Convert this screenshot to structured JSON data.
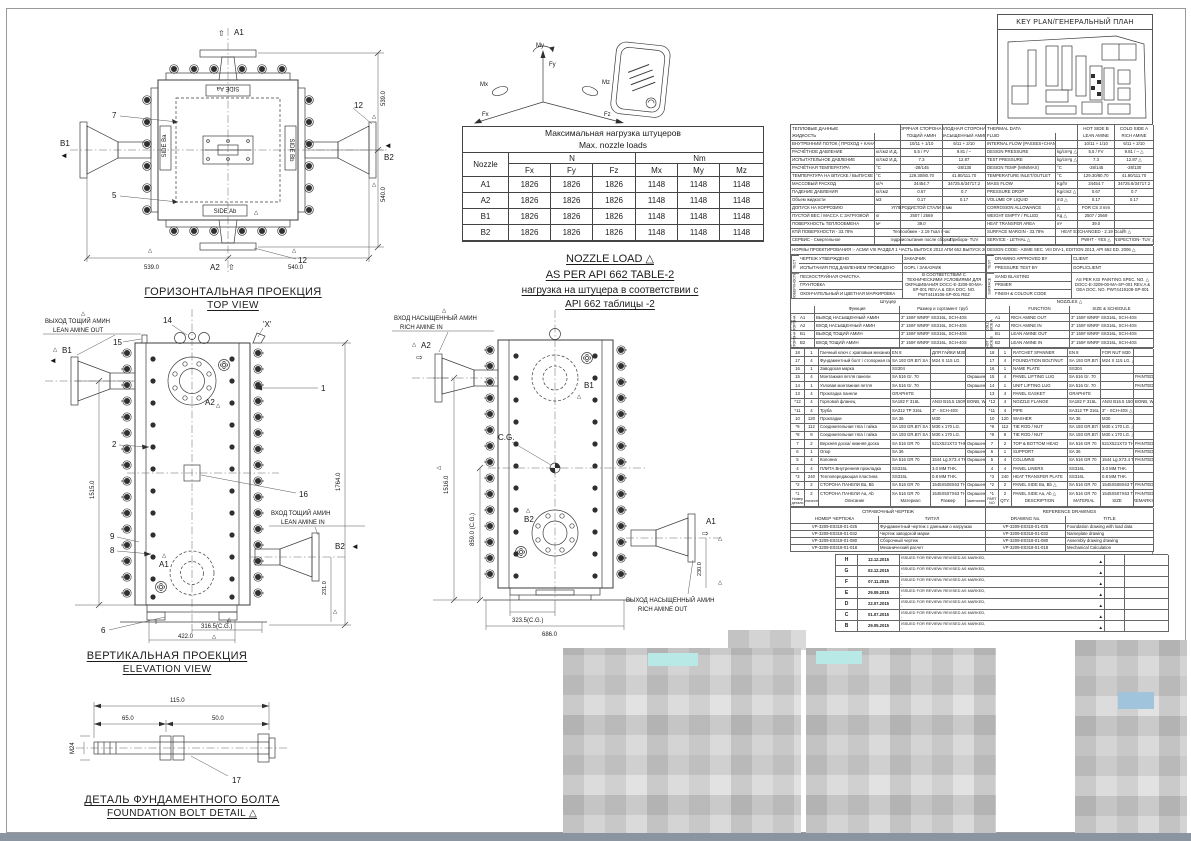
{
  "tv": {
    "title_ru": "ГОРИЗОНТАЛЬНАЯ ПРОЕКЦИЯ",
    "title_en": "TOP VIEW",
    "a1": "A1",
    "a2": "A2",
    "b1": "B1",
    "b2": "B2",
    "side_aa": "SIDE Aa",
    "side_ab": "SIDE Ab",
    "side_ba": "SIDE Ba",
    "side_bb": "SIDE Bb",
    "c5": "5",
    "c7": "7",
    "c12a": "12",
    "c12b": "12",
    "dim_r1": "539.0",
    "dim_r2": "540.0",
    "dim_b1": "539.0",
    "dim_b2": "540.0",
    "warn": "△"
  },
  "ax": {
    "fx": "Fx",
    "fy": "Fy",
    "fz": "Fz",
    "mx": "Mx",
    "my": "My",
    "mz": "Mz"
  },
  "lt": {
    "title_ru": "Максимальная нагрузка штуцеров",
    "title_en": "Max. nozzle loads",
    "nozzle": "Nozzle",
    "n": "N",
    "nm": "Nm",
    "cols": [
      "Fx",
      "Fy",
      "Fz",
      "Mx",
      "My",
      "Mz"
    ],
    "rows": [
      {
        "t": "A1",
        "v1": "1826",
        "v2": "1826",
        "v3": "1826",
        "v4": "1148",
        "v5": "1148",
        "v6": "1148"
      },
      {
        "t": "A2",
        "v1": "1826",
        "v2": "1826",
        "v3": "1826",
        "v4": "1148",
        "v5": "1148",
        "v6": "1148"
      },
      {
        "t": "B1",
        "v1": "1826",
        "v2": "1826",
        "v3": "1826",
        "v4": "1148",
        "v5": "1148",
        "v6": "1148"
      },
      {
        "t": "B2",
        "v1": "1826",
        "v2": "1826",
        "v3": "1826",
        "v4": "1148",
        "v5": "1148",
        "v6": "1148"
      }
    ]
  },
  "note": {
    "lines": [
      "NOZZLE LOAD  △",
      "AS PER API 662 TABLE-2",
      "нагрузка на штуцера в соответствии с",
      "API 662 таблицы -2"
    ]
  },
  "el": {
    "title_ru": "ВЕРТИКАЛЬНАЯ ПРОЕКЦИЯ",
    "title_en": "ELEVATION VIEW",
    "lean_out_ru": "ВЫХОД ТОЩИЙ АМИН",
    "lean_out_en": "LEAN AMINE OUT",
    "lean_in_ru": "ВХОД ТОЩИЙ АМИН",
    "lean_in_en": "LEAN AMINE IN",
    "a1": "A1",
    "a2": "A2",
    "b1": "B1",
    "b2": "B2",
    "x": "'X'",
    "c1": "1",
    "c2": "2",
    "c6": "6",
    "c8": "8",
    "c9": "9",
    "c14": "14",
    "c15": "15",
    "c16": "16",
    "dim_h1": "1515.0",
    "dim_h2": "1764.0",
    "dim_bolt": "231.0",
    "dim_cg": "316.5(C.G.)",
    "dim_base": "422.0",
    "warn": "△"
  },
  "sv": {
    "rich_in_ru": "ВХОД НАСЫЩЕННЫЙ АМИН",
    "rich_in_en": "RICH AMINE IN",
    "rich_out_ru": "ВЫХОД НАСЫЩЕННЫЙ АМИН",
    "rich_out_en": "RICH AMINE OUT",
    "a1": "A1",
    "a2": "A2",
    "b1": "B1",
    "b2": "B2",
    "cg": "C.G.",
    "dim_h": "1516.0",
    "dim_cgv": "859.0 (C.G.)",
    "dim_cgh": "323.5(C.G.)",
    "dim_base": "686.0",
    "dim_bolt": "230.0",
    "warn": "△"
  },
  "fb": {
    "title_ru": "ДЕТАЛЬ ФУНДАМЕНТНОГО БОЛТА",
    "title_en": "FOUNDATION BOLT DETAIL  △",
    "d_total": "115.0",
    "d1": "65.0",
    "d2": "50.0",
    "thread": "M24",
    "c17": "17"
  },
  "kp": {
    "title": "KEY PLAN/ГЕНЕРАЛЬНЫЙ ПЛАН"
  },
  "th": {
    "h_ru": "ТЕПЛОВЫЕ ДАННЫЕ",
    "h_hot_ru": "ГОРЯЧАЯ СТОРОНА B",
    "h_cold_ru": "ХОЛОДНАЯ СТОРОНА A",
    "h_en": "THERMAL DATA",
    "h_hot_en": "HOT SIDE B",
    "h_cold_en": "COLD SIDE A",
    "rows": [
      {
        "ru": "ЖИДКОСТЬ",
        "u_ru": "",
        "hot_ru": "ТОЩИЙ АМИН",
        "cold_ru": "НАСЫЩЕННЫЙ АМИН",
        "en": "FLUID",
        "u_en": "",
        "hot_en": "LEAN AMINE",
        "cold_en": "RICH AMINE"
      },
      {
        "ru": "ВНУТРЕННИЙ ПОТОК ( ПРОХОД + КАНАЛ )",
        "u_ru": "",
        "hot_ru": "10/11 + 1/10",
        "cold_ru": "6/11 + 2/10",
        "en": "INTERNAL FLOW (PASSES+CHANNEL) △",
        "u_en": "",
        "hot_en": "10/11 + 1/10",
        "cold_en": "6/11 + 2/10"
      },
      {
        "ru": "РАСЧЁТНОЕ ДАВЛЕНИЕ",
        "u_ru": "кг/см2 И.Д.",
        "hot_ru": "5.5 / FV",
        "cold_ru": "9.81 / –",
        "en": "DESIGN PRESSURE",
        "u_en": "kg/cm²g △",
        "hot_en": "5.5 / FV",
        "cold_en": "9.81 / – △"
      },
      {
        "ru": "ИСПЫТАТЕЛЬНОЕ ДАВЛЕНИЕ",
        "u_ru": "кг/см2 И.Д.",
        "hot_ru": "7.3",
        "cold_ru": "12.87",
        "en": "TEST PRESSURE",
        "u_en": "kg/cm²g △",
        "hot_en": "7.3",
        "cold_en": "12.87 △"
      },
      {
        "ru": "РАСЧЁТНАЯ ТЕМПЕРАТУРА",
        "u_ru": "°C",
        "hot_ru": "-28/145",
        "cold_ru": "-28/130",
        "en": "DESIGN TEMP (MIN/MAX)",
        "u_en": "°C",
        "hot_en": "-28/145",
        "cold_en": "-28/130"
      },
      {
        "ru": "ТЕМПЕРАТУРА НА ВПУСКЕ / ВЫПУСКЕ",
        "u_ru": "°C",
        "hot_ru": "129.30/80.70",
        "cold_ru": "41.80/111.70",
        "en": "TEMPERATURE INLET/OUTLET",
        "u_en": "°C",
        "hot_en": "129.30/80.70",
        "cold_en": "41.80/111.70"
      },
      {
        "ru": "МАССОВЫЙ РАСХОД",
        "u_ru": "кг/ч",
        "hot_ru": "34454.7",
        "cold_ru": "34725.6/34717.2",
        "en": "MASS FLOW",
        "u_en": "Kg/hr",
        "hot_en": "34454.7",
        "cold_en": "34725.6/34717.2"
      },
      {
        "ru": "ПАДЕНИЕ ДАВЛЕНИЯ",
        "u_ru": "кг/см2",
        "hot_ru": "0.67",
        "cold_ru": "0.7",
        "en": "PRESSURE DROP",
        "u_en": "Kg/cm2 △",
        "hot_en": "0.67",
        "cold_en": "0.7"
      },
      {
        "ru": "Объем жидкости",
        "u_ru": "м3",
        "hot_ru": "0.17",
        "cold_ru": "0.17",
        "en": "VOLUME OF LIQUID",
        "u_en": "m3 △",
        "hot_en": "0.17",
        "cold_en": "0.17"
      },
      {
        "ru": "ДОПУСК НА КОРРОЗИЮ",
        "u_ru": "",
        "hot_ru": "УГЛЕРОДИСТОЙ СТАЛИ 3 мм",
        "cold_ru": "",
        "en": "CORROSION ALLOWANCE",
        "u_en": "△",
        "hot_en": "FOR CS 3 mm",
        "cold_en": ""
      },
      {
        "ru": "ПУСТОЙ ВЕС / МАССА С ЗАГРУЗКОЙ",
        "u_ru": "кг",
        "hot_ru": "2507 / 2569",
        "cold_ru": "",
        "en": "WEIGHT EMPTY / FILLED",
        "u_en": "Kg △",
        "hot_en": "2507 / 2569",
        "cold_en": ""
      },
      {
        "ru": "ПОВЕРХНОСТЬ ТЕПЛООБМЕНА",
        "u_ru": "м²",
        "hot_ru": "39.0",
        "cold_ru": "",
        "en": "HEAT TRANSFER AREA",
        "u_en": "m²",
        "hot_en": "39.0",
        "cold_en": ""
      },
      {
        "ru": "КПЙ ПОВЕРХНОСТИ - 33.78%",
        "u_ru": "",
        "hot_ru": "Теплообмен - 2.19 Гкал / час",
        "cold_ru": "",
        "en": "SURFACE MARGIN - 33.78%",
        "u_en": "",
        "hot_en": "HEAT EXCHANGED - 2.19 Gcal/h △",
        "cold_en": ""
      },
      {
        "ru": "СЕРВИС - Смертельное",
        "u_ru": "",
        "hot_ru": "гидроиспытание после сборки.",
        "cold_ru": "Прибора- TUV",
        "en": "SERVICE - LETHAL  △",
        "u_en": "",
        "hot_en": "PWHT - YES △",
        "cold_en": "INSPECTION- TUV △"
      }
    ]
  },
  "dc": {
    "ru": "НОРМЫ ПРОЕКТИРОВАНИЯ :- АСМИ VIII РАЗДЕЛ 1 ЧАСТЬ ВЫПУСК 2013 АПИ 662 ВЫПУСК 2006",
    "en": "DESIGN CODE:- ASME SEC. VIII DIV-1, EDITION 2013, API 662 ED. 2006  △"
  },
  "ts": {
    "v_ru": "ТЕСТ",
    "v_en": "TEST",
    "rows": [
      {
        "ru": "ЧЕРТЕЖ УТВЕРЖДЕНО",
        "val_ru": "ЗАКАЗЧИК",
        "en": "DRAWING APPROVED BY",
        "val_en": "CLIENT"
      },
      {
        "ru": "ИСПЫТАНИЯ ПОД ДАВЛЕНИЕМ ПРОВЕДЕНО",
        "val_ru": "GOPL / ЗАКАЗЧИК",
        "en": "PRESSURE TEST BY",
        "val_en": "GOPL/CLIENT"
      }
    ]
  },
  "ss": {
    "v_ru": "ПОВЕРХНОСТЬ",
    "v_en": "SURFACE",
    "rows_ru": [
      "ПЕСКОСТРУЙНАЯ ОЧИСТКА",
      "ГРУНТОВКА",
      "ОКОНЧАТЕЛЬНЫЙ И ЦВЕТНАЯ МАРКИРОВКА"
    ],
    "rows_en": [
      "SAND BLASTING",
      "PRIMER",
      "FINISH & COLOUR CODE"
    ],
    "val_ru": "В СООТВЕТСТВИИ С ТЕХНИЧЕСКИМИ УСЛОВИЯМИ ДЛЯ ОКРАШИВАНИЯ DOCC-E-3209-00-MA-SP-001 REV.A & GEA DOC. NO. PWT4419106-SP-001 REZ",
    "val_en": "AS PER KGI PAINTING SPEC. NO.  △  DOCC-E-3209-00-MA-SP-001 REV.A & GEA DOC. NO. PWT4419108-SP-001"
  },
  "nz": {
    "title_ru": "Штуцер",
    "title_en": "NOZZLES  △",
    "func_ru": "Функция",
    "size_ru": "Размер и сортамент труб",
    "func_en": "FUNCTION",
    "size_en": "SIZE & SCHEDULE",
    "side_a_ru": "ХОЛОДНАЯ СТОРОНА A",
    "side_b_ru": "ГОРЯЧАЯ СТОРОНА B",
    "side_a_en": "COLD SIDE A",
    "side_b_en": "HOT SIDE B",
    "rows": [
      {
        "tag": "A1",
        "ru": "ВЫХОД НАСЫЩЕННЫЙ АМИН",
        "en": "RICH AMINE OUT",
        "size": "3\" 150# WNRF SS316L, SCH-40S"
      },
      {
        "tag": "A2",
        "ru": "ВХОД НАСЫЩЕННЫЙ АМИН",
        "en": "RICH AMINE IN",
        "size": "3\" 150# WNRF SS316L, SCH-40S"
      },
      {
        "tag": "B1",
        "ru": "ВЫХОД ТОЩИЙ АМИН",
        "en": "LEAN AMINE OUT",
        "size": "3\" 150# WNRF SS316L, SCH-40S"
      },
      {
        "tag": "B2",
        "ru": "ВХОД ТОЩИЙ АМИН",
        "en": "LEAN AMINE IN",
        "size": "3\" 150# WNRF SS316L, SCH-40S"
      }
    ]
  },
  "bom": {
    "headers_ru": [
      "Номер детали",
      "Количество",
      "Описание",
      "Материал",
      "Размер",
      "Замечания"
    ],
    "headers_en": [
      "PART NO",
      "QTY.",
      "DESCRIPTION",
      "MATERIAL",
      "SIZE",
      "REMARKS"
    ],
    "rows": [
      {
        "no": "18",
        "qty": "1",
        "ru": "Гаечный ключ с храповым механизмом",
        "en": "RATCHET SPANNER",
        "mat": "EN 8",
        "size_ru": "ДЛЯ ГАЙКИ М30",
        "size_en": "FOR NUT M30",
        "rem_ru": "",
        "rem_en": ""
      },
      {
        "no": "17",
        "qty": "4",
        "ru": "Фундаментный болт / стопорная гайка",
        "en": "FOUNDATION BOLT/NUT",
        "mat": "SA 193 GR.B7/ SA 194 GR.2H",
        "size_ru": "М24 X 115 LG.",
        "size_en": "M24 X 115 LG. △",
        "rem_ru": "",
        "rem_en": ""
      },
      {
        "no": "16",
        "qty": "1",
        "ru": "Заводская марка",
        "en": "NAME PLATE",
        "mat": "SS304",
        "size_ru": "",
        "size_en": "",
        "rem_ru": "",
        "rem_en": ""
      },
      {
        "no": "15",
        "qty": "4",
        "ru": "Монтажная петля панели",
        "en": "PANEL LIFTING LUG",
        "mat": "SA 516 Gr. 70",
        "size_ru": "",
        "size_en": "",
        "rem_ru": "Окрашенный",
        "rem_en": "PAINTED"
      },
      {
        "no": "14",
        "qty": "1",
        "ru": "Узловая монтажная петля",
        "en": "UNIT LIFTING LUG",
        "mat": "SA 516 Gr. 70",
        "size_ru": "",
        "size_en": "",
        "rem_ru": "Окрашенный",
        "rem_en": "PAINTED"
      },
      {
        "no": "13",
        "qty": "4",
        "ru": "Прокладка панели",
        "en": "PANEL GASKET",
        "mat": "GRAPHITE",
        "size_ru": "",
        "size_en": "",
        "rem_ru": "",
        "rem_en": ""
      },
      {
        "no": "*12",
        "qty": "4",
        "ru": "Горловой фланец",
        "en": "NOZZLE FLANGE",
        "mat": "SA182 F 316L",
        "size_ru": "ANSI B16.5 150#",
        "size_en": "ANSI B16.5 150#",
        "rem_ru": "BONB, WNRF",
        "rem_en": "BONB, WNRF"
      },
      {
        "no": "*11",
        "qty": "4",
        "ru": "Труба",
        "en": "PIPE",
        "mat": "SA312 TP 316L",
        "size_ru": "3\" - SCH-40S",
        "size_en": "3\" - SCH-40S △",
        "rem_ru": "",
        "rem_en": ""
      },
      {
        "no": "10",
        "qty": "120",
        "ru": "Прокладки",
        "en": "WASHER",
        "mat": "SA 36",
        "size_ru": "М30",
        "size_en": "M30",
        "rem_ru": "",
        "rem_en": ""
      },
      {
        "no": "*9",
        "qty": "112",
        "ru": "Соединительная тяга / гайка",
        "en": "TIE ROD / NUT",
        "mat": "SA 193 GR.B7/ SA 194 GR.2H",
        "size_ru": "М30 x 170 LG.",
        "size_en": "M30 x 170 LG. △",
        "rem_ru": "",
        "rem_en": ""
      },
      {
        "no": "*8",
        "qty": "8",
        "ru": "Соединительная тяга / гайка",
        "en": "TIE ROD / NUT",
        "mat": "SA 193 GR.B7/ SA 194 GR.2H",
        "size_ru": "М30 x 170 LG.",
        "size_en": "M30 x 170 LG. △",
        "rem_ru": "",
        "rem_en": ""
      },
      {
        "no": "7",
        "qty": "2",
        "ru": "Верхняя доска/ нижняя доска",
        "en": "TOP & BOTTOM HEAD",
        "mat": "SA 516 GR 70",
        "size_ru": "521X521X73 THK.",
        "size_en": "521X521X73 THK.△",
        "rem_ru": "Окрашенный",
        "rem_en": "PAINTED"
      },
      {
        "no": "6",
        "qty": "1",
        "ru": "Опор",
        "en": "SUPPORT",
        "mat": "SA 36",
        "size_ru": "",
        "size_en": "",
        "rem_ru": "Окрашенный",
        "rem_en": "PAINTED"
      },
      {
        "no": "5",
        "qty": "4",
        "ru": "Колонна",
        "en": "COLUMNS",
        "mat": "SA 516 GR 70",
        "size_ru": "1544 Lg.X73.4 THK.",
        "size_en": "1544 Lg.X73.4 THK.△",
        "rem_ru": "Окрашенный",
        "rem_en": "PAINTED"
      },
      {
        "no": "4",
        "qty": "4",
        "ru": "ПЛИТА Внутренняя прокладка",
        "en": "PANEL LINERS",
        "mat": "SS316L",
        "size_ru": "3.0 ММ THK.",
        "size_en": "3.0 MM THK.",
        "rem_ru": "",
        "rem_en": ""
      },
      {
        "no": "*3",
        "qty": "240",
        "ru": "Теплопередающая пластина",
        "en": "HEAT TRANSFER PLATE",
        "mat": "SS316L",
        "size_ru": "0.8 ММ THK.",
        "size_en": "0.8 MM THK.",
        "rem_ru": "",
        "rem_en": ""
      },
      {
        "no": "*2",
        "qty": "2",
        "ru": "СТОРОНА ПАНЕЛИ Ba, Bb",
        "en": "PANEL SIDE Ba, Bb △",
        "mat": "SA 516 GR 70",
        "size_ru": "1545X508X63 THK.",
        "size_en": "1545X508X63 THK.",
        "rem_ru": "Окрашенный",
        "rem_en": "PAINTED"
      },
      {
        "no": "*1",
        "qty": "2",
        "ru": "СТОРОНА ПАНЕЛИ Aa, Ab",
        "en": "PANEL SIDE Aa, Ab △",
        "mat": "SA 516 GR 70",
        "size_ru": "1545X507X63 THK.",
        "size_en": "1545X507X63 THK.",
        "rem_ru": "Окрашенный",
        "rem_en": "PAINTED"
      }
    ]
  },
  "ref": {
    "title_ru": "СПРАВОЧНЫЙ ЧЕРТЕЖ",
    "title_en": "REFERENCE DRAWINGS",
    "no_ru": "НОМЕР ЧЕРТЕЖА",
    "t_ru": "ТИТУЛ",
    "no_en": "DRAWING No.",
    "t_en": "TITLE",
    "rows": [
      {
        "no": "VP-3209-E0318-01-025",
        "ru": "Фундаментный чертеж с данными о нагрузках",
        "en": "Foundation drawing with load data"
      },
      {
        "no": "VP-3209-E0318-01-032",
        "ru": "Чертеж заводской марки",
        "en": "Nameplate drawing"
      },
      {
        "no": "VP-3209-E0318-01-080",
        "ru": "Сборочный чертеж",
        "en": "Assembly drawing drawing"
      },
      {
        "no": "VP-3209-E0318-01-018",
        "ru": "Механический расчет",
        "en": "Mechanical Calculation"
      }
    ]
  },
  "rev": {
    "note": "ISSUED FOR REVIEW/ REVISED AS MARKED,",
    "dash": "-",
    "warn": "▲",
    "rows": [
      {
        "rev": "H",
        "date": "12.12.2015"
      },
      {
        "rev": "G",
        "date": "02.12.2015"
      },
      {
        "rev": "F",
        "date": "07.11.2015"
      },
      {
        "rev": "E",
        "date": "29.09.2015"
      },
      {
        "rev": "D",
        "date": "22.07.2015"
      },
      {
        "rev": "C",
        "date": "01.07.2015"
      },
      {
        "rev": "B",
        "date": "29.05.2015"
      }
    ]
  }
}
